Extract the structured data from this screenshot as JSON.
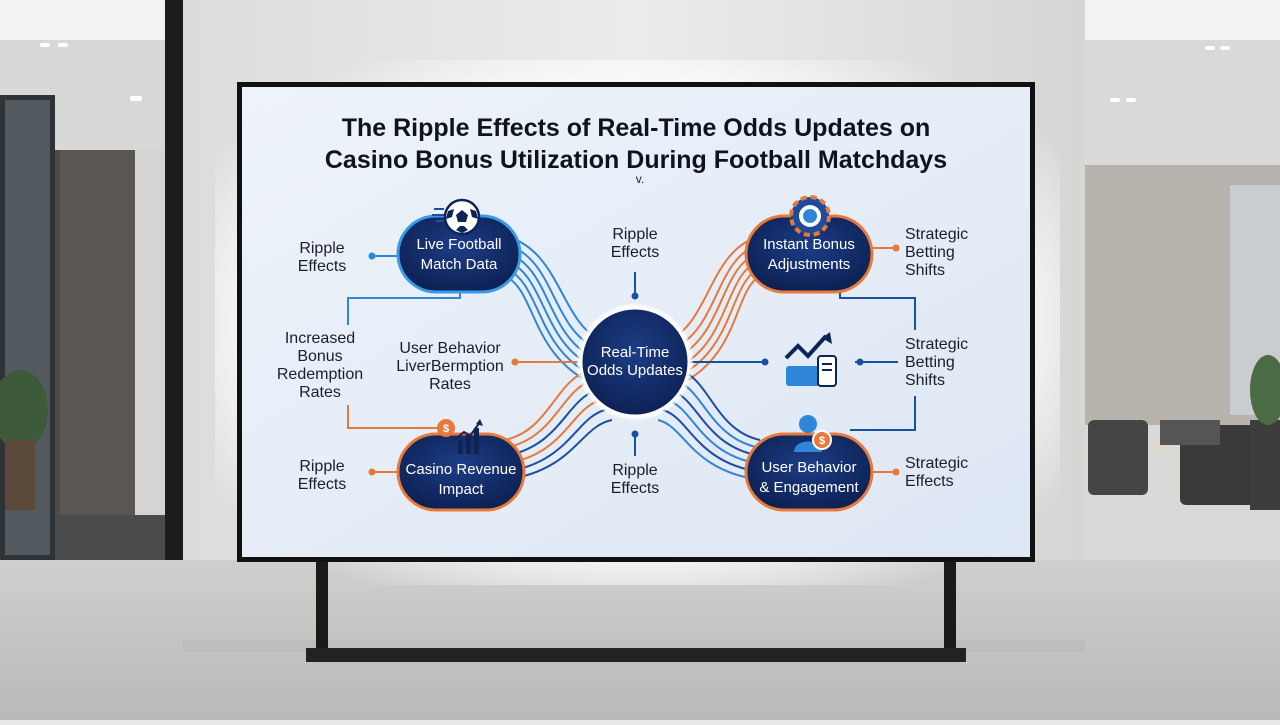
{
  "screen": {
    "title_line1": "The Ripple Effects of Real-Time Odds Updates on",
    "title_line2": "Casino Bonus Utilization During Football Matchdays",
    "subtitle": "v.",
    "center_node": {
      "line1": "Real-Time",
      "line2": "Odds Updates"
    },
    "nodes": {
      "live_football": {
        "line1": "Live Football",
        "line2": "Match Data",
        "icon": "soccer-ball-icon"
      },
      "instant_bonus": {
        "line1": "Instant Bonus",
        "line2": "Adjustments",
        "icon": "casino-chip-icon"
      },
      "casino_revenue": {
        "line1": "Casino Revenue",
        "line2": "Impact",
        "icon": "revenue-chart-icon"
      },
      "user_behavior": {
        "line1": "User Behavior",
        "line2": "& Engagement",
        "icon": "user-dollar-icon"
      }
    },
    "labels": {
      "left_top": {
        "line1": "Ripple",
        "line2": "Effects"
      },
      "left_mid": {
        "line1": "Increased",
        "line2": "Bonus",
        "line3": "Redemption",
        "line4": "Rates"
      },
      "left_bottom": {
        "line1": "Ripple",
        "line2": "Effects"
      },
      "center_left": {
        "line1": "User Behavior",
        "line2": "LiverBermption",
        "line3": "Rates"
      },
      "center_top": {
        "line1": "Ripple",
        "line2": "Effects"
      },
      "center_bottom": {
        "line1": "Ripple",
        "line2": "Effects"
      },
      "right_top": {
        "line1": "Strategic",
        "line2": "Betting",
        "line3": "Shifts"
      },
      "right_mid": {
        "line1": "Strategic",
        "line2": "Betting",
        "line3": "Shifts"
      },
      "right_bottom": {
        "line1": "Strategic",
        "line2": "Effects"
      }
    },
    "colors": {
      "navy": "#0e2457",
      "orange": "#e7793a",
      "blue": "#2f86d8",
      "screen_bg": "#e7eef7"
    }
  }
}
